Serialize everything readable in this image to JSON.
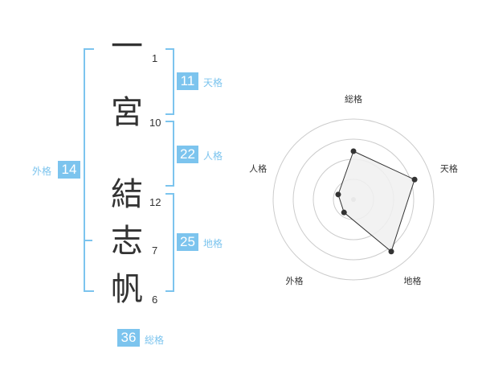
{
  "name": {
    "characters": [
      {
        "char": "一",
        "strokes": "1"
      },
      {
        "char": "宮",
        "strokes": "10"
      },
      {
        "char": "結",
        "strokes": "12"
      },
      {
        "char": "志",
        "strokes": "7"
      },
      {
        "char": "帆",
        "strokes": "6"
      }
    ]
  },
  "fortunes": {
    "ten": {
      "value": "11",
      "label": "天格"
    },
    "jin": {
      "value": "22",
      "label": "人格"
    },
    "chi": {
      "value": "25",
      "label": "地格"
    },
    "gai": {
      "value": "14",
      "label": "外格"
    },
    "sou": {
      "value": "36",
      "label": "総格"
    }
  },
  "chart_data": {
    "type": "radar",
    "axes": [
      "総格",
      "天格",
      "地格",
      "外格",
      "人格"
    ],
    "values": [
      3,
      4,
      4,
      1,
      1
    ],
    "max": 5,
    "rings": 4,
    "fill_color": "#f0f0f0",
    "line_color": "#333333",
    "grid_color": "#cccccc"
  },
  "colors": {
    "accent": "#7cc4ee",
    "text": "#333333"
  }
}
